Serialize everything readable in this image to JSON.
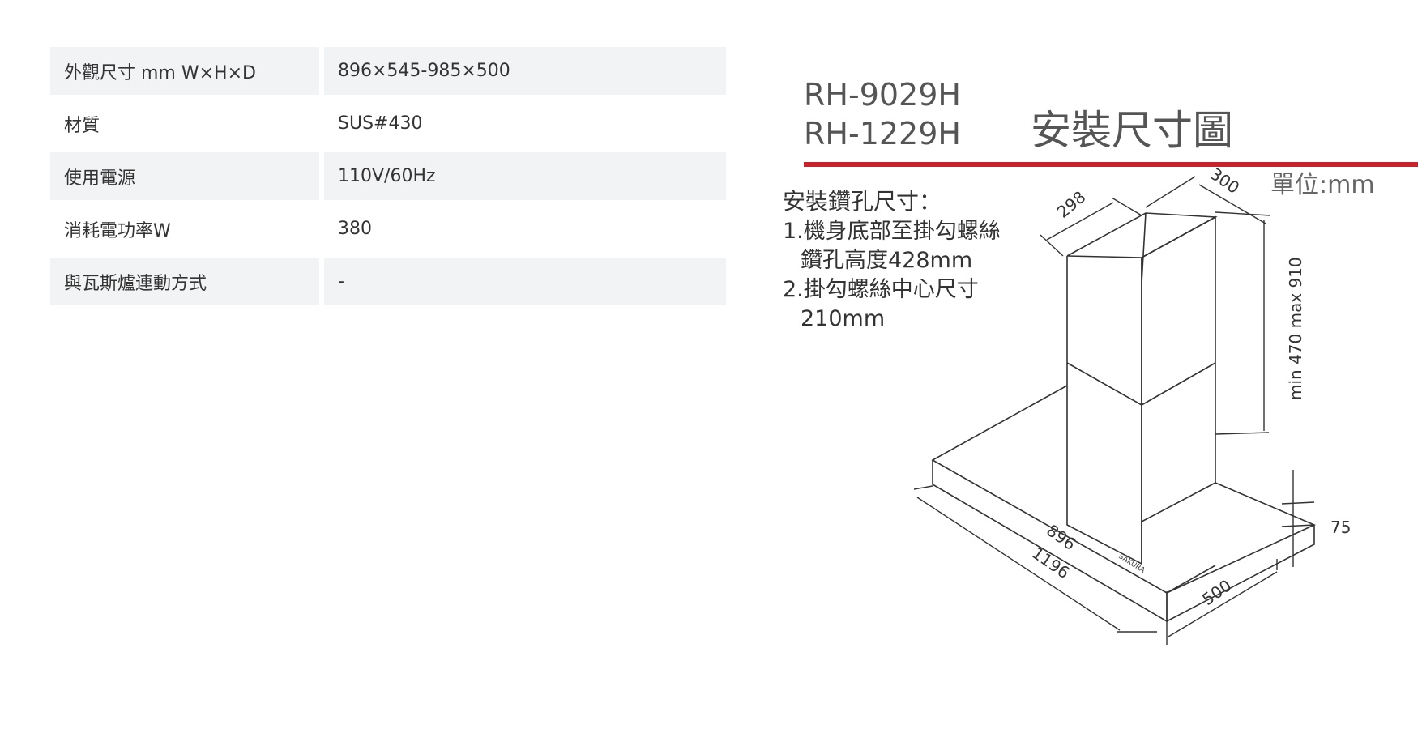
{
  "specs": [
    {
      "label": "外觀尺寸 mm W×H×D",
      "value": "896×545-985×500"
    },
    {
      "label": "材質",
      "value": "SUS#430"
    },
    {
      "label": "使用電源",
      "value": "110V/60Hz"
    },
    {
      "label": "消耗電功率W",
      "value": "380"
    },
    {
      "label": "與瓦斯爐連動方式",
      "value": "-"
    }
  ],
  "drawing": {
    "model_1": "RH-9029H",
    "model_2": "RH-1229H",
    "title": "安裝尺寸圖",
    "unit": "單位:mm",
    "note_heading": "安裝鑽孔尺寸：",
    "note_1a": "1.機身底部至掛勾螺絲",
    "note_1b": "鑽孔高度428mm",
    "note_2a": "2.掛勾螺絲中心尺寸",
    "note_2b": "210mm",
    "dims": {
      "d300": "300",
      "d298": "298",
      "height": "min 470 max 910",
      "d896": "896",
      "d1196": "1196",
      "d75": "75",
      "d500": "500",
      "brand": "SAKURA"
    },
    "accent_color": "#c8232c"
  }
}
